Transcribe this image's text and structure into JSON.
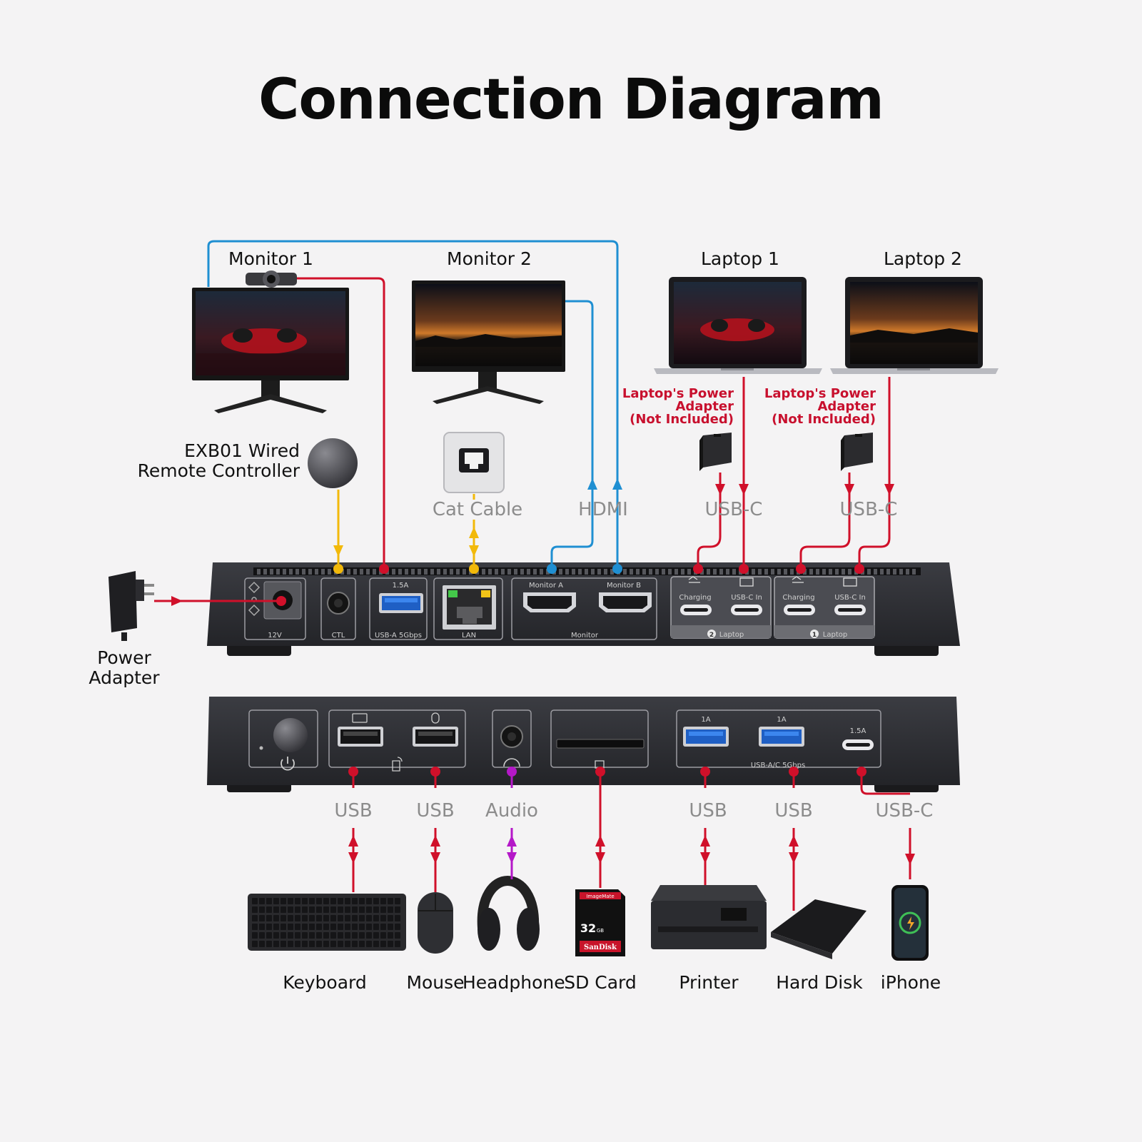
{
  "title": "Connection Diagram",
  "top_devices": {
    "monitor1": "Monitor 1",
    "monitor2": "Monitor 2",
    "laptop1": "Laptop 1",
    "laptop2": "Laptop 2"
  },
  "adapter_note": {
    "line1": "Laptop's Power",
    "line2": "Adapter",
    "line3": "(Not Included)"
  },
  "remote": {
    "line1": "EXB01 Wired",
    "line2": "Remote Controller"
  },
  "power_adapter": {
    "line1": "Power",
    "line2": "Adapter"
  },
  "cable_labels": {
    "cat": "Cat Cable",
    "hdmi": "HDMI",
    "usbc_1": "USB-C",
    "usbc_2": "USB-C"
  },
  "rear_panel": {
    "dc": "12V",
    "ctl": "CTL",
    "usba": "USB-A 5Gbps",
    "usba_current": "1.5A",
    "lan": "LAN",
    "monitor_a": "Monitor A",
    "monitor_b": "Monitor B",
    "monitor_group": "Monitor",
    "charging": "Charging",
    "usbc_in": "USB-C In",
    "laptop_group": "Laptop",
    "laptop_2_num": "2",
    "laptop_1_num": "1"
  },
  "front_panel": {
    "usb_1a_a": "1A",
    "usb_1a_b": "1A",
    "usbc_current": "1.5A",
    "usb_group": "USB-A/C 5Gbps"
  },
  "bottom_cable_labels": [
    "USB",
    "USB",
    "Audio",
    "USB",
    "USB",
    "USB-C"
  ],
  "bottom_devices": [
    "Keyboard",
    "Mouse",
    "Headphone",
    "SD Card",
    "Printer",
    "Hard Disk",
    "iPhone"
  ],
  "sd_card": {
    "brand_top": "ImageMate",
    "capacity": "32",
    "unit": "GB",
    "brand": "SanDisk"
  },
  "colors": {
    "red": "#d0102a",
    "blue": "#1f8fd2",
    "yellow": "#f2b90a",
    "purple": "#b418c8",
    "dock": "#2b2c30",
    "background": "#f4f3f4"
  }
}
